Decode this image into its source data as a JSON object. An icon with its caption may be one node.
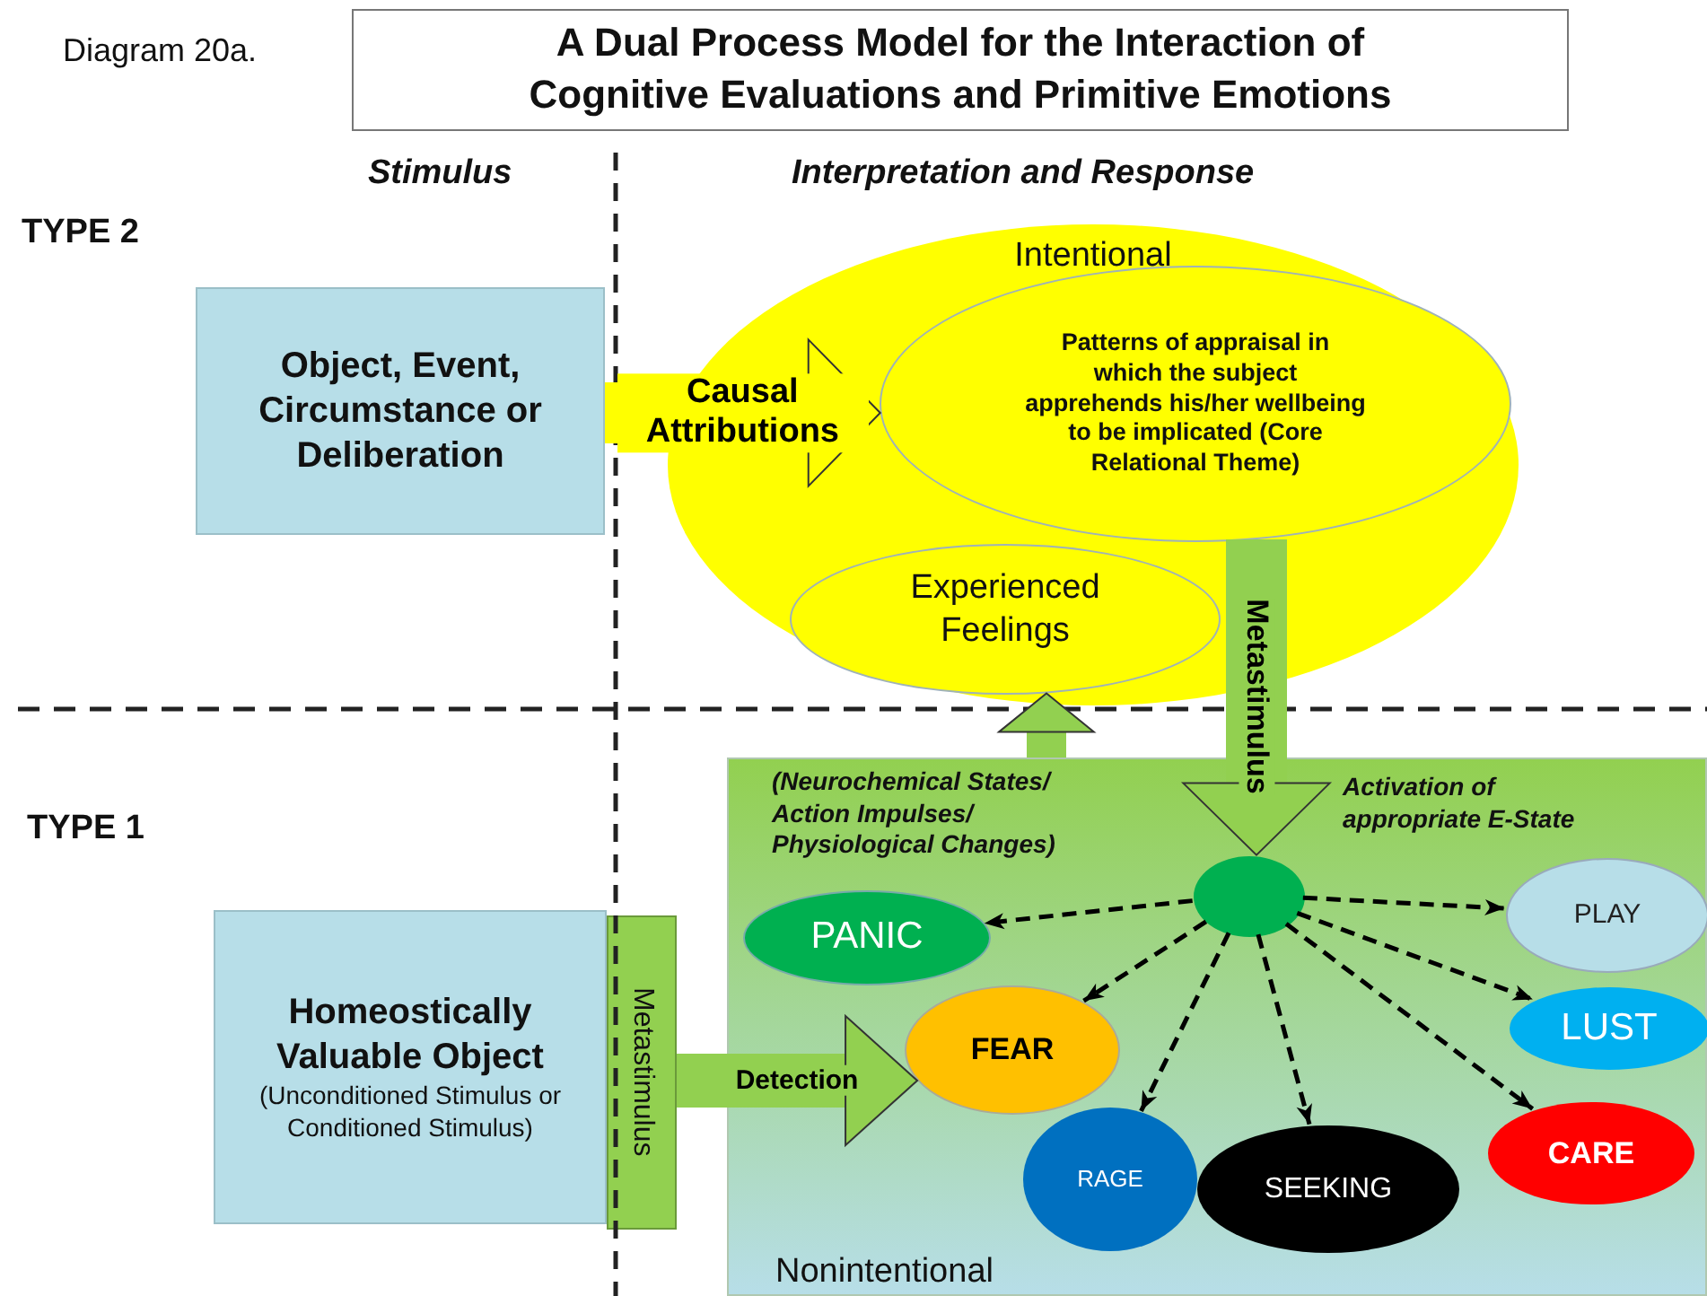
{
  "diagram": {
    "title": "A Dual Process Model for the Interaction of Cognitive Evaluations and Primitive Emotions",
    "nodes": [
      {
        "text": [
          "Object, Event, Circumstance or Deliberation"
        ]
      },
      {
        "text": [
          "Intentional"
        ]
      },
      {
        "text": [
          "Patterns of appraisal in which the subject apprehends his/her wellbeing to be implicated (Core Relational Theme)"
        ],
        "in": 1
      },
      {
        "text": [
          "Experienced Feelings"
        ],
        "in": 1
      },
      {
        "text": [
          "Homeostically Valuable Object",
          "(Unconditioned Stimulus or Conditioned Stimulus)"
        ]
      },
      {
        "text": [
          "Metastimulus"
        ]
      },
      {
        "text": [
          "Nonintentional"
        ]
      },
      {
        "text": [],
        "shape": "circle",
        "in": 6
      },
      {
        "text": [
          "PANIC"
        ],
        "in": 6
      },
      {
        "text": [
          "FEAR"
        ],
        "in": 6
      },
      {
        "text": [
          "RAGE"
        ],
        "in": 6
      },
      {
        "text": [
          "SEEKING"
        ],
        "in": 6
      },
      {
        "text": [
          "PLAY"
        ],
        "in": 6
      },
      {
        "text": [
          "LUST"
        ],
        "in": 6
      },
      {
        "text": [
          "CARE"
        ],
        "in": 6
      }
    ],
    "edges": [
      {
        "from": 0,
        "to": 2,
        "arrow": "to",
        "label": "Causal Attributions",
        "style": "thick",
        "color": "#ffff00"
      },
      {
        "from": 2,
        "to": 7,
        "arrow": "to",
        "label": "Metastimulus",
        "style": "thick",
        "color": "#92d050"
      },
      {
        "from": 6,
        "to": 3,
        "arrow": "to",
        "style": "thick",
        "color": "#92d050"
      },
      {
        "from": 5,
        "to": 9,
        "arrow": "to",
        "label": "Detection",
        "style": "thick",
        "color": "#92d050"
      },
      {
        "from": 7,
        "to": 8,
        "arrow": "to",
        "style": "dashed"
      },
      {
        "from": 7,
        "to": 9,
        "arrow": "to",
        "style": "dashed"
      },
      {
        "from": 7,
        "to": 10,
        "arrow": "to",
        "style": "dashed"
      },
      {
        "from": 7,
        "to": 11,
        "arrow": "to",
        "style": "dashed"
      },
      {
        "from": 7,
        "to": 14,
        "arrow": "to",
        "style": "dashed"
      },
      {
        "from": 7,
        "to": 13,
        "arrow": "to",
        "style": "dashed"
      },
      {
        "from": 7,
        "to": 12,
        "arrow": "to",
        "style": "dashed"
      }
    ],
    "labels": [
      "Diagram 20a.",
      "Stimulus",
      "Interpretation and Response",
      "TYPE 2",
      "TYPE 1",
      "(Neurochemical States/ Action Impulses/ Physiological Changes)",
      "Activation of appropriate E-State"
    ]
  }
}
